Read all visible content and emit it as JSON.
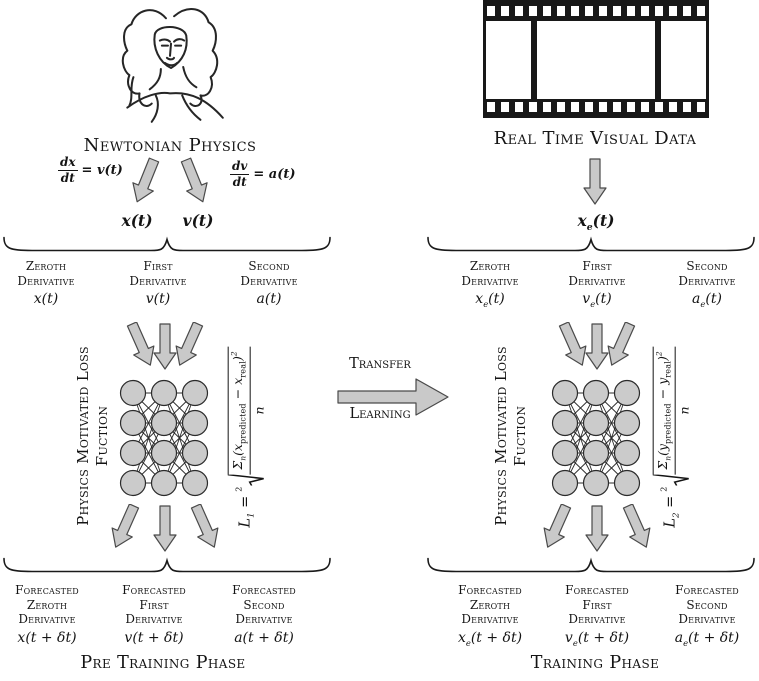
{
  "colors": {
    "arrow_fill": "#c9c9c9",
    "node_fill": "#cbcbcb",
    "ink": "#141414",
    "film": "#181818"
  },
  "icons": {
    "newton-portrait-icon": "line sketch of Isaac Newton",
    "film-strip-icon": "movie film strip with sprocket holes and 3 frames",
    "block-arrow-icon": "gray 3d block arrow",
    "brace-icon": "wide curly brace, tip pointing up"
  },
  "pre_training": {
    "source_label": "Newtonian Physics",
    "eq1": {
      "num": "dx",
      "den": "dt",
      "rhs": "= v(t)"
    },
    "eq2": {
      "num": "dv",
      "den": "dt",
      "rhs": "= a(t)"
    },
    "signal1": "x(t)",
    "signal2": "v(t)",
    "derivatives": [
      {
        "line1": "Zeroth",
        "line2": "Derivative",
        "math": "x(t)"
      },
      {
        "line1": "First",
        "line2": "Derivative",
        "math": "v(t)"
      },
      {
        "line1": "Second",
        "line2": "Derivative",
        "math": "a(t)"
      }
    ],
    "loss_label_line1": "Physics Motivated Loss",
    "loss_label_line2": "Fuction",
    "loss": {
      "lhs": "L",
      "lhs_sub": "1",
      "eq": "=",
      "root_index": "2",
      "sum": "Σ",
      "sum_sub": "n",
      "open": "(",
      "t1": "x",
      "t1_sub": "predicted",
      "minus": "−",
      "t2": "x",
      "t2_sub": "real",
      "close": ")",
      "power": "2",
      "den": "n"
    },
    "forecasts": [
      {
        "line1": "Forecasted",
        "line2": "Zeroth",
        "line3": "Derivative",
        "math": "x(t + δt)"
      },
      {
        "line1": "Forecasted",
        "line2": "First",
        "line3": "Derivative",
        "math": "v(t + δt)"
      },
      {
        "line1": "Forecasted",
        "line2": "Second",
        "line3": "Derivative",
        "math": "a(t + δt)"
      }
    ],
    "caption": "Pre Training Phase"
  },
  "transfer": {
    "line1": "Transfer",
    "line2": "Learning"
  },
  "training": {
    "source_label": "Real Time Visual Data",
    "signal": {
      "base": "x",
      "sub": "e",
      "args": "(t)"
    },
    "derivatives": [
      {
        "line1": "Zeroth",
        "line2": "Derivative",
        "base": "x",
        "sub": "e",
        "args": "(t)"
      },
      {
        "line1": "First",
        "line2": "Derivative",
        "base": "v",
        "sub": "e",
        "args": "(t)"
      },
      {
        "line1": "Second",
        "line2": "Derivative",
        "base": "a",
        "sub": "e",
        "args": "(t)"
      }
    ],
    "loss_label_line1": "Physics Motivated Loss",
    "loss_label_line2": "Fuction",
    "loss": {
      "lhs": "L",
      "lhs_sub": "2",
      "eq": "=",
      "root_index": "2",
      "sum": "Σ",
      "sum_sub": "n",
      "open": "(",
      "t1": "y",
      "t1_sub": "predicted",
      "minus": "−",
      "t2": "y",
      "t2_sub": "real",
      "close": ")",
      "power": "2",
      "den": "n"
    },
    "forecasts": [
      {
        "line1": "Forecasted",
        "line2": "Zeroth",
        "line3": "Derivative",
        "base": "x",
        "sub": "e",
        "args": "(t + δt)"
      },
      {
        "line1": "Forecasted",
        "line2": "First",
        "line3": "Derivative",
        "base": "v",
        "sub": "e",
        "args": "(t + δt)"
      },
      {
        "line1": "Forecasted",
        "line2": "Second",
        "line3": "Derivative",
        "base": "a",
        "sub": "e",
        "args": "(t + δt)"
      }
    ],
    "caption": "Training Phase"
  }
}
